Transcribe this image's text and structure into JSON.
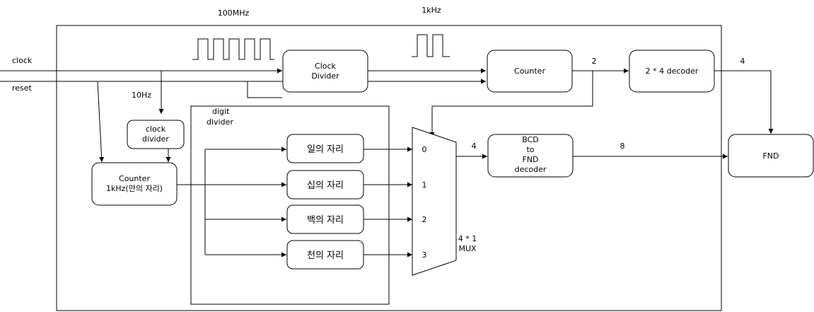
{
  "signals": {
    "clock": "clock",
    "reset": "reset",
    "freq_100mhz": "100MHz",
    "freq_1khz": "1kHz",
    "freq_10hz": "10Hz"
  },
  "blocks": {
    "clock_divider": [
      "Clock",
      "Divider"
    ],
    "counter": "Counter",
    "decoder_2x4": "2 * 4 decoder",
    "clock_divider_small": [
      "clock",
      "divider"
    ],
    "counter_1khz": [
      "Counter",
      "1kHz(만의 자리)"
    ],
    "digit_divider": [
      "digit",
      "divider"
    ],
    "digit_ones": "일의 자리",
    "digit_tens": "십의 자리",
    "digit_hundreds": "백의 자리",
    "digit_thousands": "천의 자리",
    "bcd_decoder": [
      "BCD",
      "to",
      "FND",
      "decoder"
    ],
    "fnd": "FND",
    "mux": [
      "4 * 1",
      "MUX"
    ]
  },
  "mux_inputs": [
    "0",
    "1",
    "2",
    "3"
  ],
  "bus_widths": {
    "counter_out": "2",
    "decoder_out": "4",
    "mux_out": "4",
    "bcd_out": "8"
  }
}
